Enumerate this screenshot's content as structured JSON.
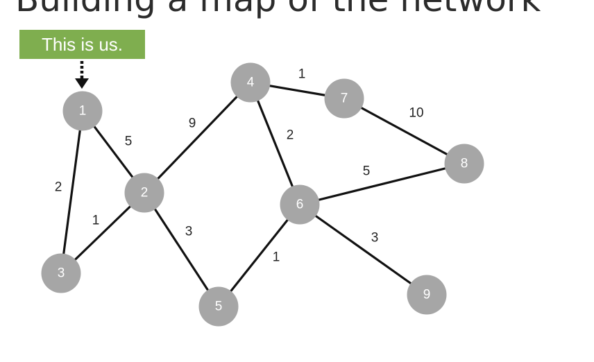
{
  "title": "Building a map of the network",
  "us_label": "This is us.",
  "colors": {
    "node": "#a6a6a6",
    "node_text": "#ffffff",
    "edge": "#111111",
    "label_bg": "#7fae4f"
  },
  "graph": {
    "nodes": [
      {
        "id": "1",
        "label": "1"
      },
      {
        "id": "2",
        "label": "2"
      },
      {
        "id": "3",
        "label": "3"
      },
      {
        "id": "4",
        "label": "4"
      },
      {
        "id": "5",
        "label": "5"
      },
      {
        "id": "6",
        "label": "6"
      },
      {
        "id": "7",
        "label": "7"
      },
      {
        "id": "8",
        "label": "8"
      },
      {
        "id": "9",
        "label": "9"
      }
    ],
    "edges": [
      {
        "from": "1",
        "to": "2",
        "weight": "5"
      },
      {
        "from": "1",
        "to": "3",
        "weight": "2"
      },
      {
        "from": "2",
        "to": "3",
        "weight": "1"
      },
      {
        "from": "2",
        "to": "4",
        "weight": "9"
      },
      {
        "from": "2",
        "to": "5",
        "weight": "3"
      },
      {
        "from": "4",
        "to": "7",
        "weight": "1"
      },
      {
        "from": "4",
        "to": "6",
        "weight": "2"
      },
      {
        "from": "7",
        "to": "8",
        "weight": "10"
      },
      {
        "from": "6",
        "to": "8",
        "weight": "5"
      },
      {
        "from": "5",
        "to": "6",
        "weight": "1"
      },
      {
        "from": "6",
        "to": "9",
        "weight": "3"
      }
    ]
  }
}
